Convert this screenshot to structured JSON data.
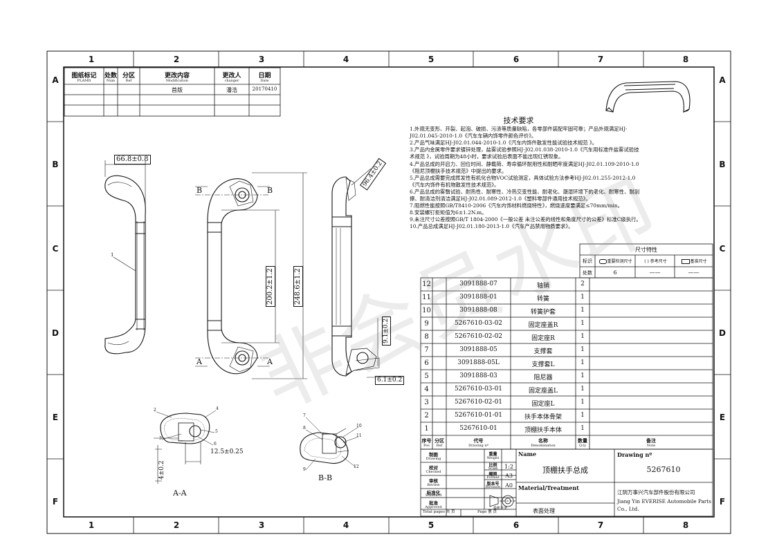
{
  "zones": {
    "cols": [
      "1",
      "2",
      "3",
      "4",
      "5",
      "6",
      "7",
      "8"
    ],
    "rows": [
      "A",
      "B",
      "C",
      "D",
      "E",
      "F"
    ]
  },
  "revision": {
    "headers": [
      {
        "cn": "图纸标记",
        "en": "PLAMD"
      },
      {
        "cn": "处数",
        "en": "Num"
      },
      {
        "cn": "分区",
        "en": "Ref"
      },
      {
        "cn": "更改内容",
        "en": "Modification"
      },
      {
        "cn": "更改人",
        "en": "changer"
      },
      {
        "cn": "日期",
        "en": "Date"
      }
    ],
    "row": {
      "modification": "首版",
      "changer": "潘浩",
      "date": "20170410"
    }
  },
  "tech_title": "技术要求",
  "tech_items": [
    "1.外观无变形、开裂、起泡、破损、污渍等质量缺陷，各零部件装配牢固可靠；产品外观满足HJ-J02.01.045-2010-1.0《汽车车辆内饰零件颜色评价》。",
    "2.产品气味满足HJ-J02.01.044-2010-1.0《汽车内饰件散发性能试验技术规范 》。",
    "3.产品内金属零件要求镀锌处理，盐雾试验参照HJ-J02.01.038-2010-1.0《汽车用标准件盐雾试验技术规范 》，试验周期为48小时，要求试验后表面不能出现红锈现象。",
    "4.产品总成的开启力、回位时间、静载荷、寿命循环耐用性和耐晒牢度满足HJ-J02.01.109-2010-1.0《阻尼顶棚扶手技术规范》中提出的要求。",
    "5.产品总成需要完成挥发性有机化合物VOC试验测定，具体试验方法参考HJ-J02.01.255-2012-1.0《汽车内饰件有机物散发性技术规范》。",
    "6.产品总成的雾翳试验、耐热性、耐寒性、冷热交变性能、耐老化、潮湿环境下的老化、耐寒性、耐刮擦、耐清洁剂清洁满足HJ-J02.01.089-2012-1.0《塑料零部件通用技术规范》。",
    "7.阻燃性能按照GB/T8410-2006《汽车内饰材料燃烧特性》，燃烧速度要满足≤70mm/min。",
    "8.安装螺钉拒矩值为6±1.2N.m。",
    "9.未注尺寸公差按照GB/T 1804-2000《一般公差 未注公差的线性和角度尺寸的公差》标准C级执行。",
    "10.产品总成满足HJ-J02.01.180-2013-1.0《汽车产品禁用物质要求》。"
  ],
  "char_table": {
    "title": "尺寸特性",
    "mark_label": "标识",
    "count_label": "处数",
    "count_value": "6",
    "legend": [
      "重要检测尺寸",
      "参考尺寸",
      "基准尺寸"
    ],
    "dash1": "——",
    "dash2": "——"
  },
  "bom": [
    {
      "no": "12",
      "drawing": "3091888-07",
      "name": "轴销",
      "qty": "2"
    },
    {
      "no": "11",
      "drawing": "3091888-01",
      "name": "转簧",
      "qty": "1"
    },
    {
      "no": "10",
      "drawing": "3091888-08",
      "name": "转簧护套",
      "qty": "1"
    },
    {
      "no": "9",
      "drawing": "5267610-03-02",
      "name": "固定座盖R",
      "qty": "1"
    },
    {
      "no": "8",
      "drawing": "5267610-02-02",
      "name": "固定座R",
      "qty": "1"
    },
    {
      "no": "7",
      "drawing": "3091888-05",
      "name": "支撑套",
      "qty": "1"
    },
    {
      "no": "6",
      "drawing": "3091888-05L",
      "name": "支撑套L",
      "qty": "1"
    },
    {
      "no": "5",
      "drawing": "3091888-03",
      "name": "阻尼器",
      "qty": "1"
    },
    {
      "no": "4",
      "drawing": "5267610-03-01",
      "name": "固定座盖L",
      "qty": "1"
    },
    {
      "no": "3",
      "drawing": "5267610-02-01",
      "name": "固定座L",
      "qty": "1"
    },
    {
      "no": "2",
      "drawing": "5267610-01-01",
      "name": "扶手本体骨架",
      "qty": "1"
    },
    {
      "no": "1",
      "drawing": "5267610-01",
      "name": "顶棚扶手本体",
      "qty": "1"
    }
  ],
  "bom_header": {
    "pos": {
      "cn": "序号",
      "en": "Pos"
    },
    "ref": {
      "cn": "分区",
      "en": "Ref"
    },
    "drawing": {
      "cn": "代号",
      "en": "Drawing nº"
    },
    "name": {
      "cn": "名称",
      "en": "Denomination"
    },
    "qty": {
      "cn": "数量",
      "en": "Q.ty"
    },
    "note": {
      "cn": "备注",
      "en": "Note"
    }
  },
  "title_block": {
    "left_labels": [
      {
        "cn": "制图",
        "en": "Drawing"
      },
      {
        "cn": "校对",
        "en": "Checked"
      },
      {
        "cn": "审核",
        "en": "Review"
      },
      {
        "cn": "标准化",
        "en": "Standard"
      },
      {
        "cn": "批准",
        "en": "Approved"
      }
    ],
    "weight_label": {
      "cn": "重量",
      "en": "Weight"
    },
    "scale_label": {
      "cn": "比例",
      "en": "Scale"
    },
    "scale": "1:2",
    "format_label": {
      "cn": "幅面",
      "en": "Format"
    },
    "format": "A3",
    "revision_label": {
      "cn": "版本号",
      "en": "Revision"
    },
    "revision": "A0",
    "projection_label": "投影方法",
    "name_label": "Name",
    "name": "顶棚扶手总成",
    "drawing_label": "Drawing nº",
    "drawing_no": "5267610",
    "material_label": "Material/Treatment",
    "surface": "表面处理",
    "company_cn": "江阴万事兴汽车部件股份有限公司",
    "company_en1": "Jiang Yin EVERISE Automobile Parts",
    "company_en2": "Co., Ltd.",
    "pages_label": "Total pages 共   页",
    "page_label": "Page 第   页"
  },
  "dims": {
    "width": "66.8±0.8",
    "inner": "200.2±1.2",
    "overall": "248.6±1.2",
    "angle": "96.4±0.2",
    "d1": "9.1±0.2",
    "d2": "6.1±0.2",
    "aa_w": "12.5±0.25",
    "aa_h": "4±0.2"
  },
  "section_labels": {
    "a": "A",
    "b": "B",
    "aa": "A-A",
    "bb": "B-B",
    "part1": "1"
  },
  "callouts": [
    "2",
    "3",
    "4",
    "5",
    "6",
    "7",
    "8",
    "9",
    "10",
    "11",
    "12"
  ],
  "watermark": "非会员水印"
}
